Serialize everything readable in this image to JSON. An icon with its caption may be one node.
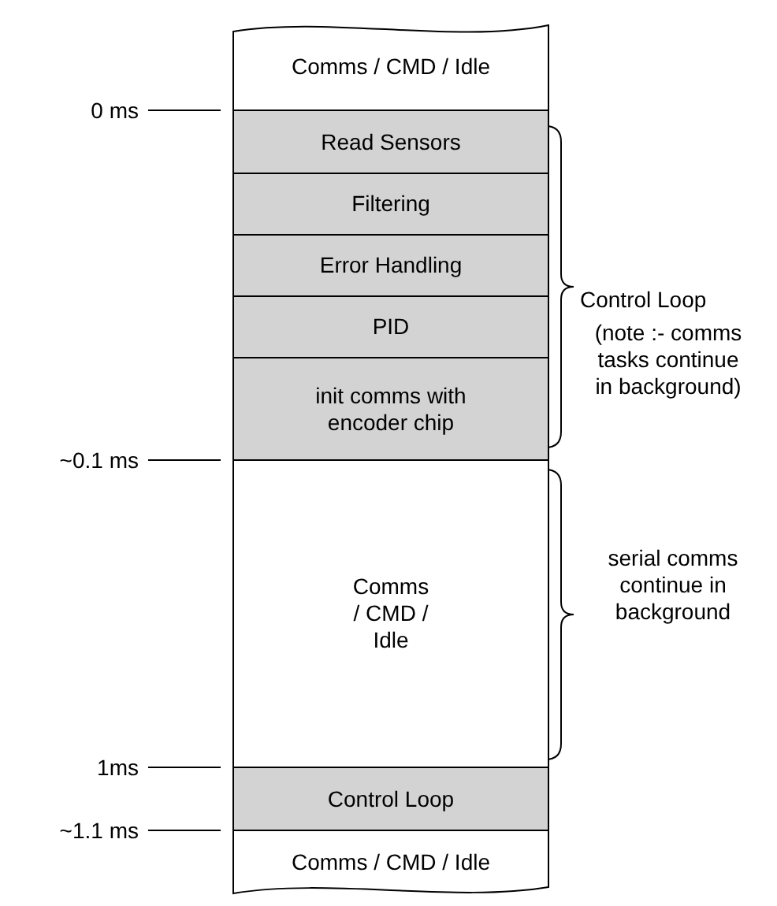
{
  "diagram": {
    "nodes": [
      {
        "text": [
          "Comms / CMD / Idle"
        ]
      },
      {
        "text": [
          "Read Sensors"
        ]
      },
      {
        "text": [
          "Filtering"
        ]
      },
      {
        "text": [
          "Error Handling"
        ]
      },
      {
        "text": [
          "PID"
        ]
      },
      {
        "text": [
          "init comms with encoder chip"
        ]
      },
      {
        "text": [
          "Comms / CMD / Idle"
        ]
      },
      {
        "text": [
          "Control Loop"
        ]
      },
      {
        "text": [
          "Comms / CMD / Idle"
        ]
      }
    ],
    "edges": [],
    "labels": [
      "0 ms",
      "~0.1 ms",
      "1ms",
      "~1.1 ms",
      "Control Loop",
      "(note :- comms tasks continue in background)",
      "serial comms continue in background"
    ]
  }
}
